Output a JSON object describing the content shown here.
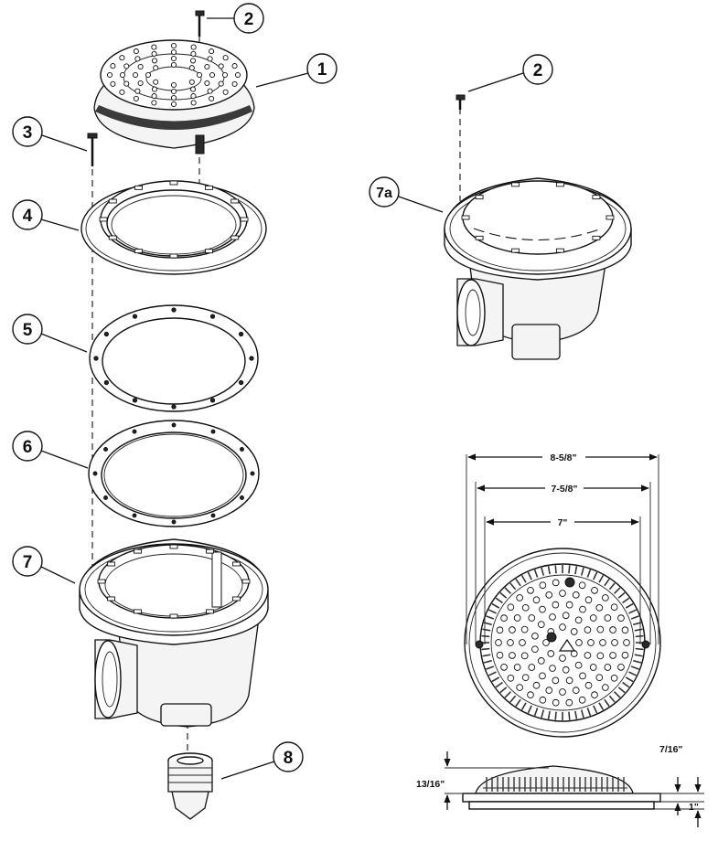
{
  "callouts": {
    "c1": "1",
    "c2a": "2",
    "c2b": "2",
    "c3": "3",
    "c4": "4",
    "c5": "5",
    "c6": "6",
    "c7": "7",
    "c7a": "7a",
    "c8": "8"
  },
  "dimensions": {
    "overall_width": "8-5/8\"",
    "ring_width": "7-5/8\"",
    "cover_width": "7\"",
    "cover_height": "7/16\"",
    "side_height": "13/16\"",
    "ring_height": "1\""
  }
}
